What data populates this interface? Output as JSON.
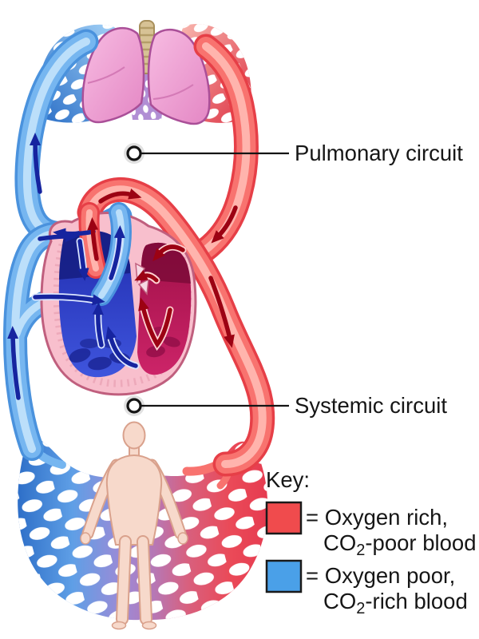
{
  "labels": {
    "pulmonary_circuit": "Pulmonary circuit",
    "systemic_circuit": "Systemic circuit"
  },
  "key": {
    "title": "Key:",
    "entries": [
      {
        "swatch_color": "#f04b4d",
        "line1": "= Oxygen rich,",
        "line2_base": "CO",
        "line2_sub": "2",
        "line2_rest": "-poor blood"
      },
      {
        "swatch_color": "#4aa0e8",
        "line1": "= Oxygen poor,",
        "line2_base": "CO",
        "line2_sub": "2",
        "line2_rest": "-rich blood"
      }
    ]
  }
}
